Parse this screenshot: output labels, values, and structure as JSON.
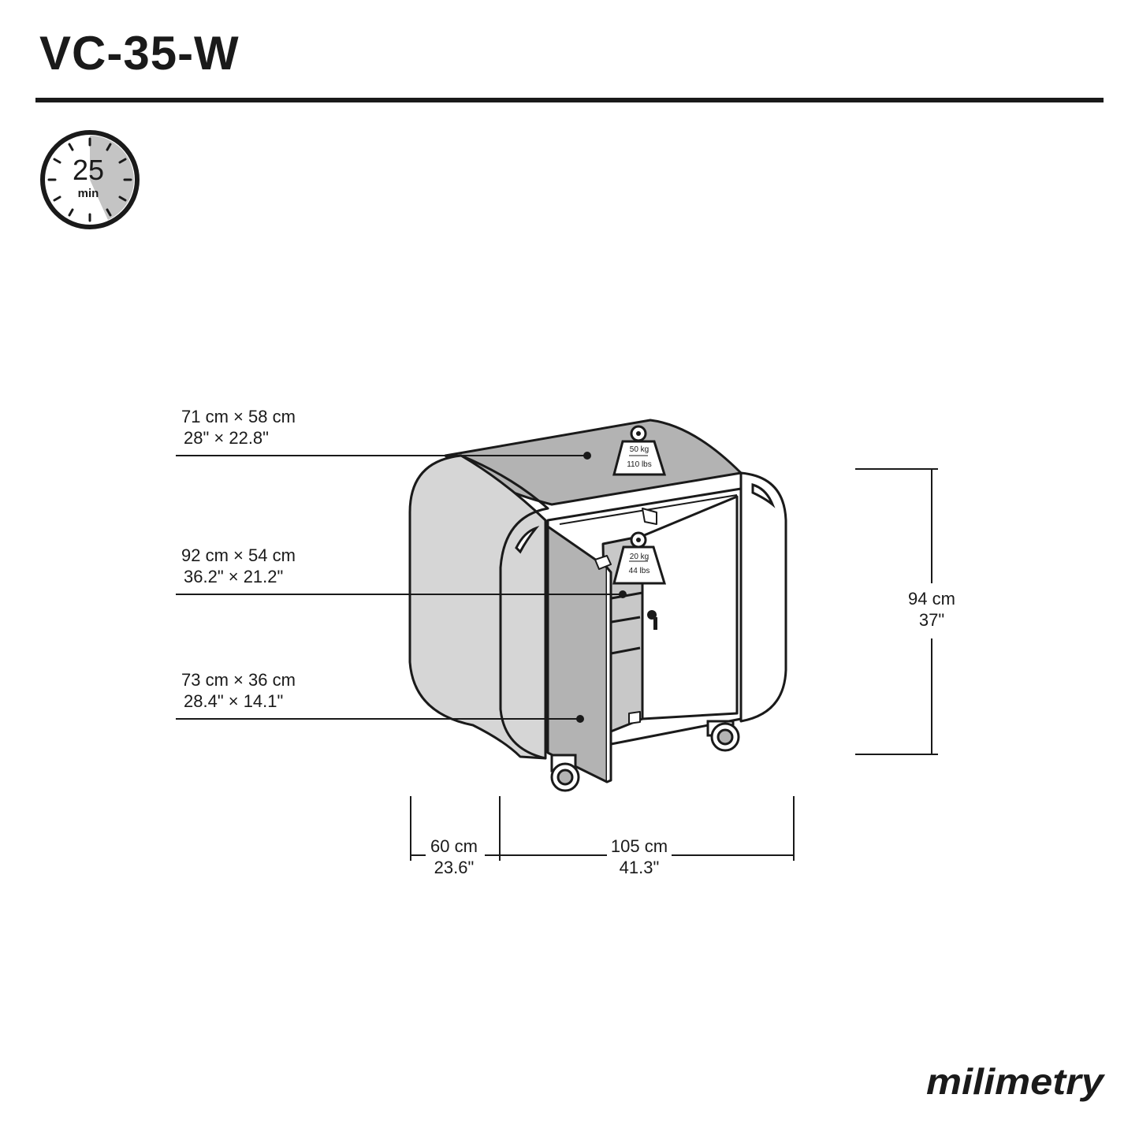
{
  "title": "VC-35-W",
  "timer": {
    "value": "25",
    "unit": "min"
  },
  "dimensions": {
    "top_surface": {
      "metric": "71 cm × 58 cm",
      "imperial": "28\" × 22.8\""
    },
    "middle_shelf": {
      "metric": "92 cm × 54 cm",
      "imperial": "36.2\" × 21.2\""
    },
    "bottom_shelf": {
      "metric": "73 cm × 36 cm",
      "imperial": "28.4\" × 14.1\""
    },
    "height": {
      "metric": "94 cm",
      "imperial": "37\""
    },
    "depth": {
      "metric": "60 cm",
      "imperial": "23.6\""
    },
    "width": {
      "metric": "105 cm",
      "imperial": "41.3\""
    }
  },
  "load_ratings": {
    "top": {
      "metric": "50 kg",
      "imperial": "110 lbs"
    },
    "shelf": {
      "metric": "20 kg",
      "imperial": "44 lbs"
    }
  },
  "brand": "milimetry",
  "colors": {
    "ink": "#1a1a1a",
    "panel_gray": "#b3b3b3",
    "side_gray": "#d6d6d6",
    "white": "#ffffff"
  }
}
